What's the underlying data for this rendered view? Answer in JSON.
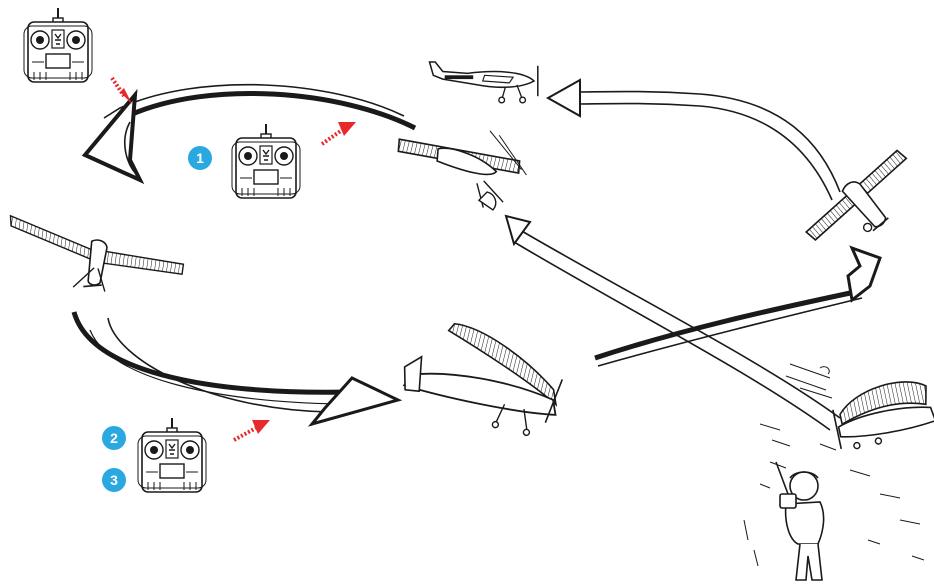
{
  "colors": {
    "line": "#1a1a1a",
    "badge": "#2aa8e0",
    "badge_text": "#ffffff",
    "accent_arrow": "#e8292c"
  },
  "steps": [
    {
      "id": "step-1",
      "label": "1"
    },
    {
      "id": "step-2",
      "label": "2"
    },
    {
      "id": "step-3",
      "label": "3"
    }
  ],
  "icons": {
    "transmitter": "transmitter-icon",
    "airplane": "airplane-icon",
    "pilot": "pilot-figure"
  }
}
